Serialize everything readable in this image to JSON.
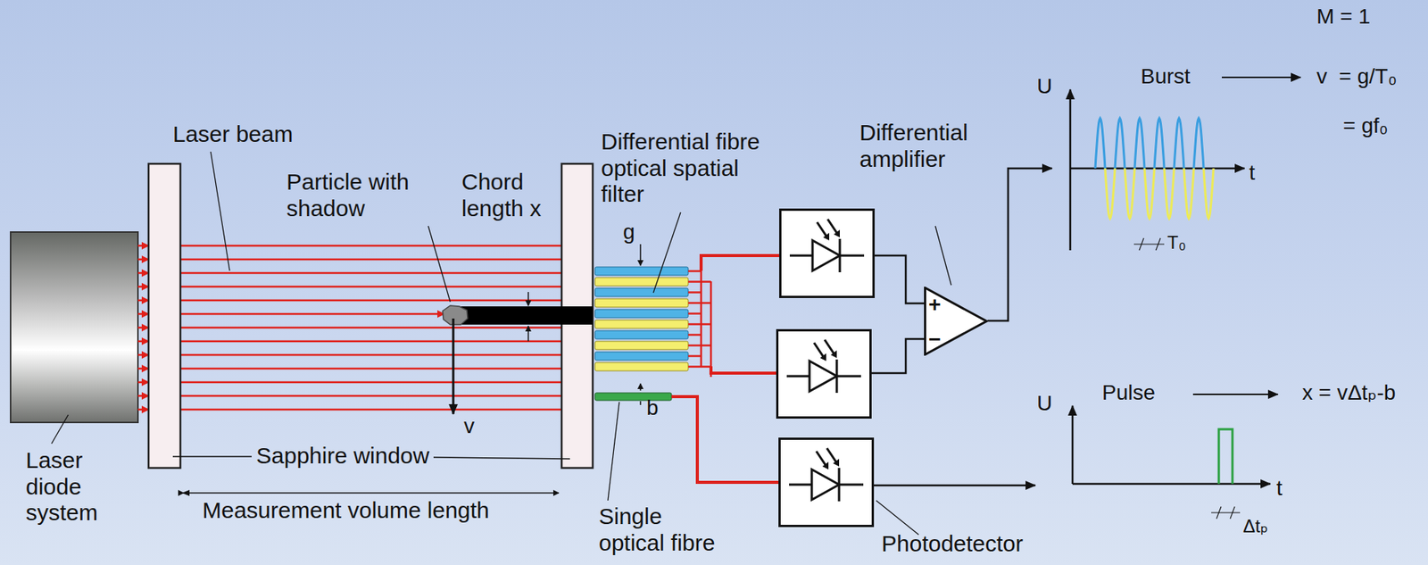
{
  "diagram": {
    "nodes": [
      {
        "text": [
          "+",
          "−"
        ]
      }
    ],
    "labels": [
      "M = 1",
      "Burst",
      "v  = g/T₀",
      "= gf₀",
      "U",
      "t",
      "T₀",
      "Laser beam",
      "Particle with shadow",
      "Chord length x",
      "Differential fibre optical spatial filter",
      "g",
      "Differential amplifier",
      "v",
      "b",
      "Laser diode system",
      "Sapphire window",
      "Measurement volume length",
      "Single optical fibre",
      "Photodetector",
      "Pulse",
      "x = vΔtₚ-b",
      "U",
      "t",
      "Δtₚ"
    ]
  }
}
